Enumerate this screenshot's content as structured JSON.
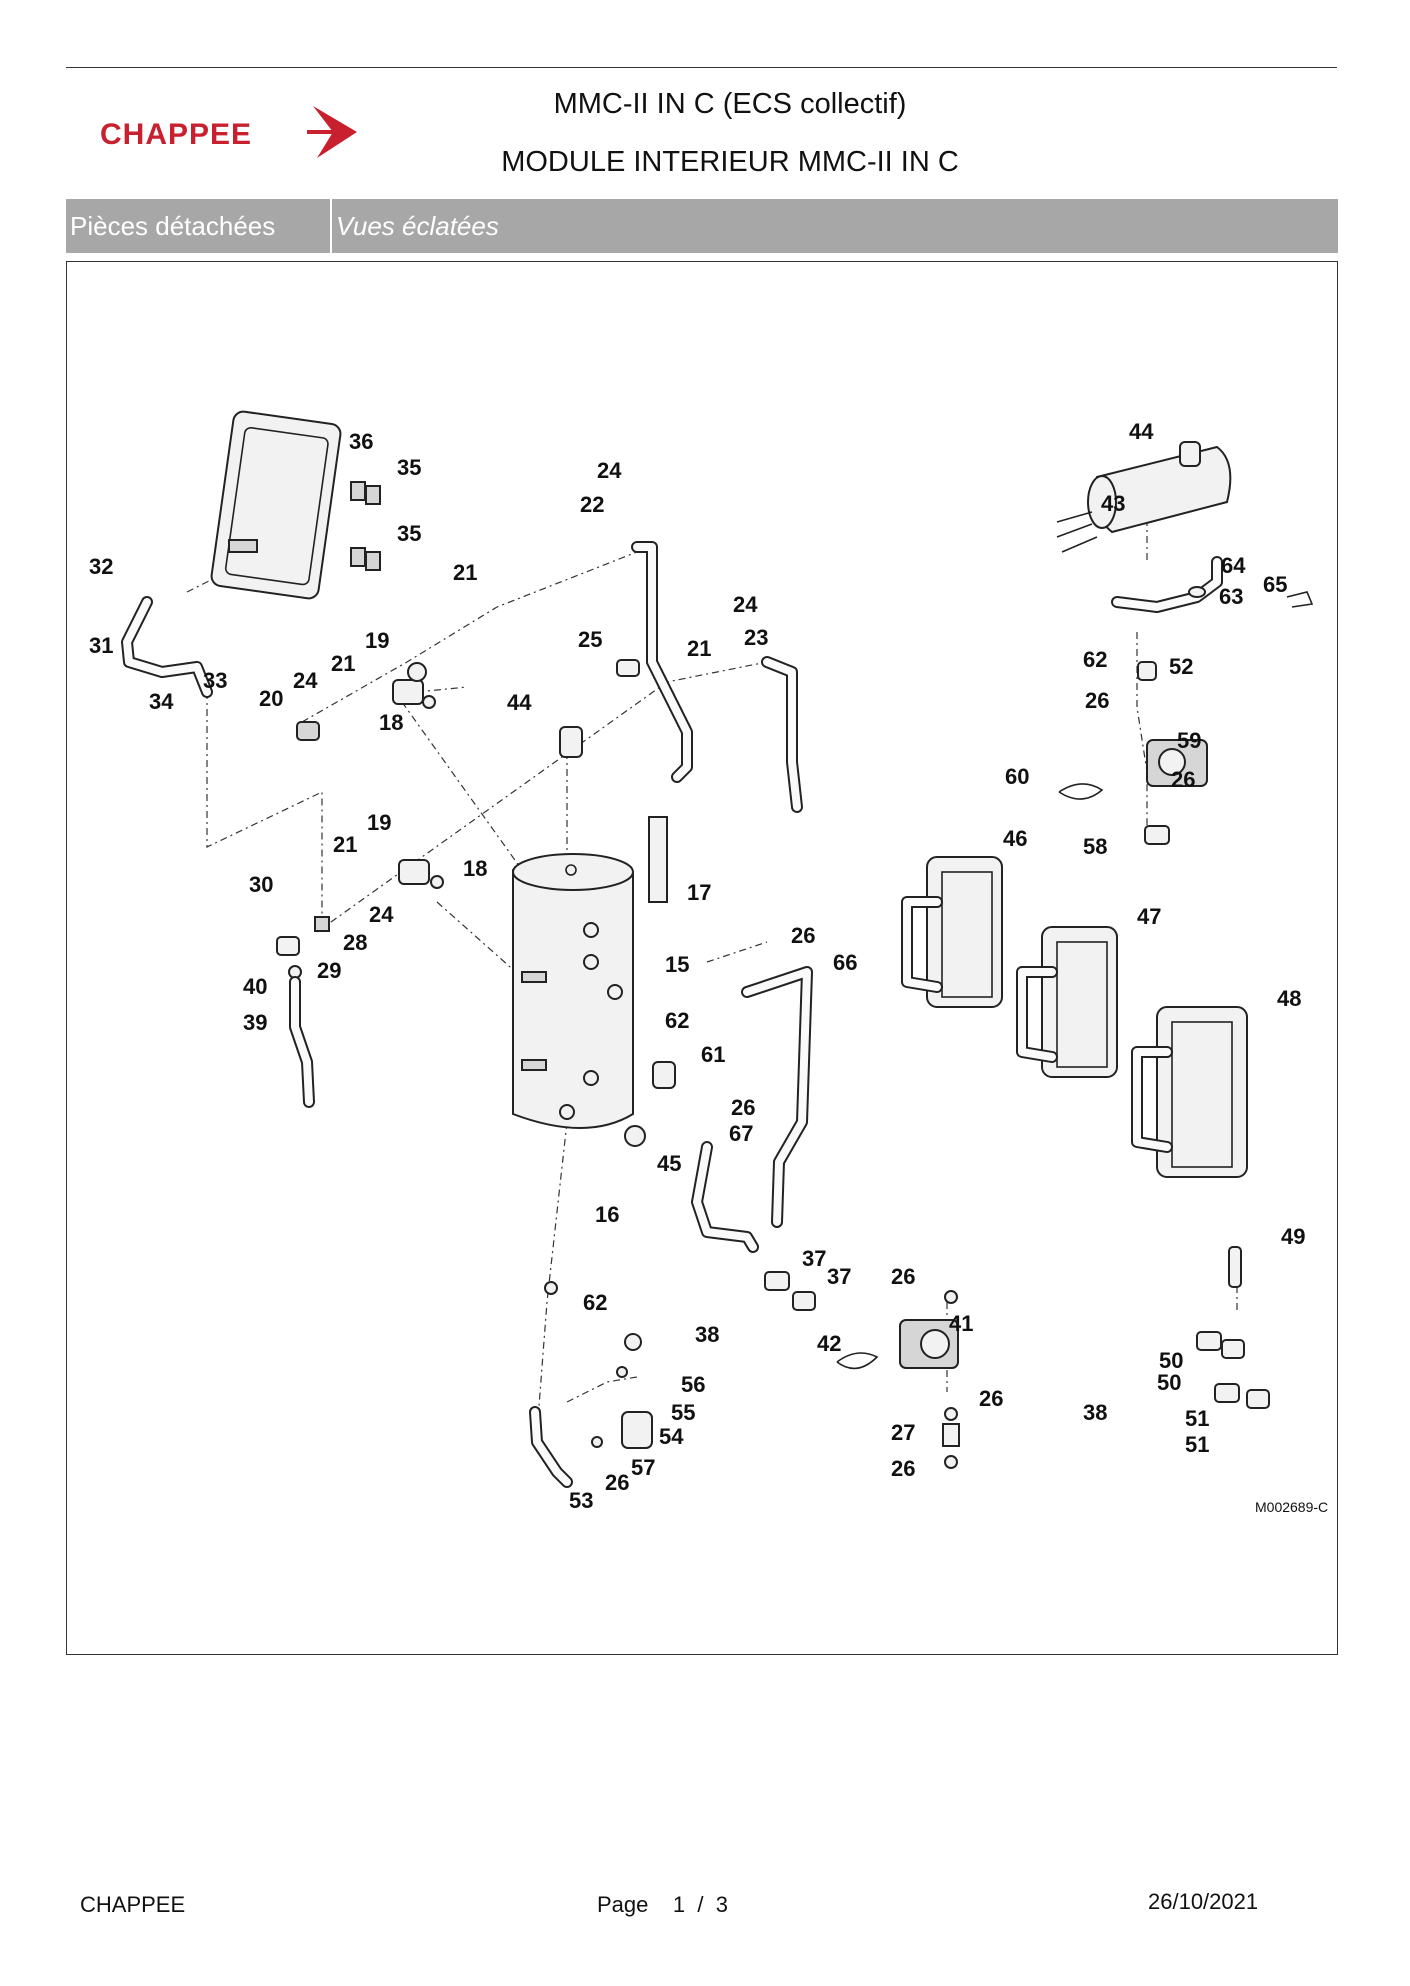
{
  "header": {
    "brand": "CHAPPEE",
    "title_line1": "MMC-II IN C (ECS collectif)",
    "title_line2": "MODULE INTERIEUR MMC-II IN C"
  },
  "section_bar": {
    "left": "Pièces détachées",
    "right": "Vues éclatées"
  },
  "diagram": {
    "reference_code": "M002689-C",
    "callouts": [
      "36",
      "35",
      "35",
      "32",
      "31",
      "34",
      "33",
      "21",
      "19",
      "21",
      "24",
      "20",
      "18",
      "24",
      "22",
      "25",
      "21",
      "23",
      "24",
      "44",
      "17",
      "19",
      "21",
      "18",
      "30",
      "28",
      "24",
      "29",
      "40",
      "39",
      "15",
      "62",
      "61",
      "26",
      "66",
      "26",
      "67",
      "45",
      "16",
      "62",
      "37",
      "37",
      "38",
      "56",
      "55",
      "54",
      "57",
      "26",
      "53",
      "42",
      "26",
      "41",
      "26",
      "27",
      "26",
      "44",
      "43",
      "64",
      "65",
      "63",
      "62",
      "52",
      "26",
      "59",
      "60",
      "26",
      "58",
      "46",
      "47",
      "48",
      "49",
      "50",
      "50",
      "38",
      "51",
      "51"
    ]
  },
  "footer": {
    "brand": "CHAPPEE",
    "page_label": "Page",
    "page_number": "1",
    "page_separator": "/",
    "page_total": "3",
    "date": "26/10/2021"
  },
  "colors": {
    "brand_red": "#c8202e",
    "bar_gray": "#a7a7a7"
  }
}
